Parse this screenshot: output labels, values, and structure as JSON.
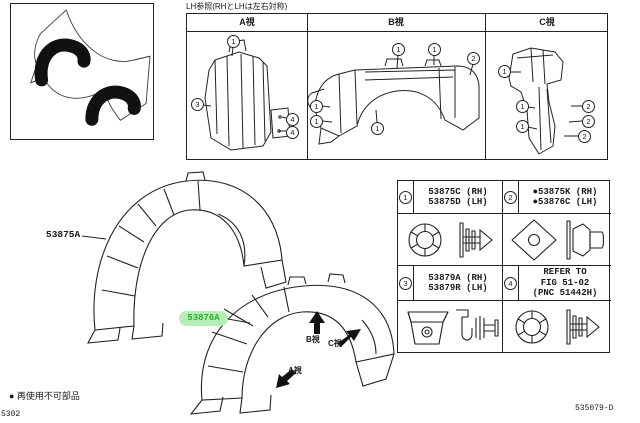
{
  "header": {
    "note": "LH参照(RHとLHは左右対称)"
  },
  "views": {
    "a_label": "A視",
    "b_label": "B視",
    "c_label": "C視",
    "callouts": {
      "a": [
        "1",
        "3",
        "4",
        "4"
      ],
      "b": [
        "1",
        "1",
        "2",
        "1",
        "1",
        "1"
      ],
      "c": [
        "1",
        "1",
        "1",
        "2",
        "2",
        "2"
      ]
    }
  },
  "main": {
    "part_label_1": "53875A",
    "part_label_2": "53876A",
    "highlight_bg": "#b5efb5",
    "highlight_text": "#2fae2f",
    "arrow_labels": {
      "a": "A視",
      "b": "B視",
      "c": "C視"
    }
  },
  "parts_table": {
    "items": [
      {
        "num": "1",
        "lines": [
          "53875C (RH)",
          "53875D (LH)"
        ]
      },
      {
        "num": "2",
        "lines": [
          "●53875K (RH)",
          "●53876C (LH)"
        ]
      },
      {
        "num": "3",
        "lines": [
          "53879A (RH)",
          "53879R (LH)"
        ]
      },
      {
        "num": "4",
        "lines": [
          "REFER TO",
          "FIG 51-02",
          "(PNC 51442H)"
        ]
      }
    ],
    "icon_names": [
      "grommet-clip",
      "push-pin-clip",
      "square-grommet",
      "dome-nut",
      "bracket-clip",
      "clamp-screw",
      "grommet-clip",
      "push-pin-clip"
    ]
  },
  "footer": {
    "legend": "● 再使用不可部品",
    "page_code": "5302",
    "doc_code": "535079-D"
  }
}
